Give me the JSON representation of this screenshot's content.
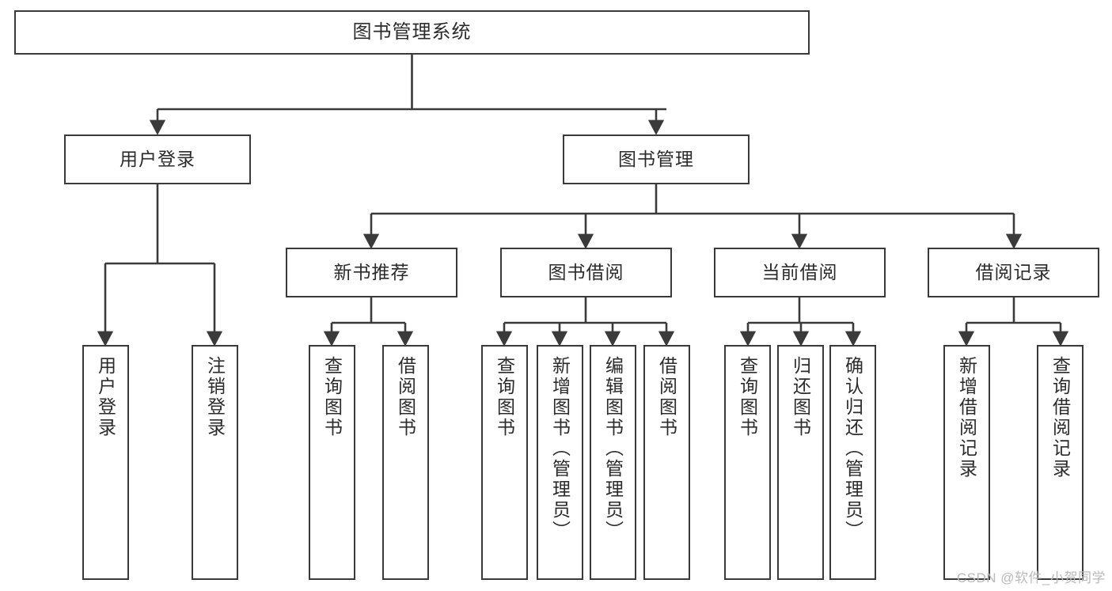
{
  "diagram": {
    "type": "tree",
    "title": "图书管理系统",
    "orientation": "top-down",
    "colors": {
      "background": "#ffffff",
      "box_border": "#3a3a3a",
      "box_fill": "#ffffff",
      "edge": "#3a3a3a",
      "text": "#2b2b2b",
      "watermark": "#b9b9b9"
    },
    "root": {
      "label": "图书管理系统"
    },
    "level2": [
      {
        "label": "用户登录"
      },
      {
        "label": "图书管理"
      }
    ],
    "level3": [
      {
        "label": "新书推荐"
      },
      {
        "label": "图书借阅"
      },
      {
        "label": "当前借阅"
      },
      {
        "label": "借阅记录"
      }
    ],
    "leaves": {
      "user_login": [
        {
          "label": "用户登录"
        },
        {
          "label": "注销登录"
        }
      ],
      "new_book_recommend": [
        {
          "label": "查询图书"
        },
        {
          "label": "借阅图书"
        }
      ],
      "book_borrow": [
        {
          "label": "查询图书"
        },
        {
          "label": "新增图书（管理员）"
        },
        {
          "label": "编辑图书（管理员）"
        },
        {
          "label": "借阅图书"
        }
      ],
      "current_borrow": [
        {
          "label": "查询图书"
        },
        {
          "label": "归还图书"
        },
        {
          "label": "确认归还（管理员）"
        }
      ],
      "borrow_record": [
        {
          "label": "新增借阅记录"
        },
        {
          "label": "查询借阅记录"
        }
      ]
    }
  },
  "watermark": {
    "text": "CSDN @软件_小贺同学"
  }
}
